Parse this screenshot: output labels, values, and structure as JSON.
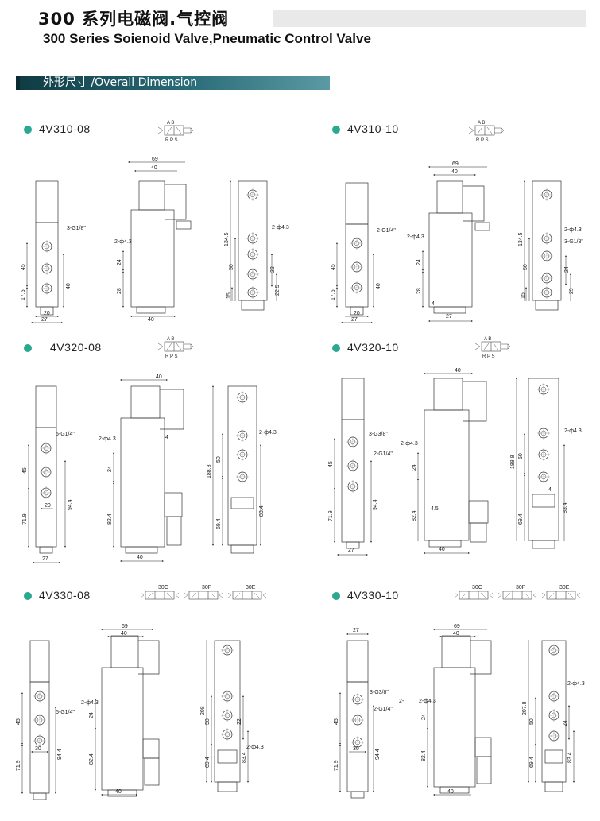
{
  "header": {
    "title_cn": "300 系列电磁阀.气控阀",
    "title_en": "300 Series Soienoid Valve,Pneumatic Control Valve"
  },
  "section": {
    "title": "外形尺寸 /Overall Dimension"
  },
  "models": [
    {
      "name": "4V310-08",
      "dims": {
        "front_w": "20",
        "front_base": "27",
        "port": "3-G1/8\"",
        "h1": "45",
        "h2": "17.5",
        "h3": "40",
        "side_top": "69",
        "side_mid": "40",
        "mount": "2-ф4.3",
        "side_a": "24",
        "side_b": "28",
        "side_base": "40",
        "rear_total": "134.5",
        "rear_a": "50",
        "rear_b": "22",
        "rear_c": "22.5",
        "rear_d": "15"
      }
    },
    {
      "name": "4V310-10",
      "dims": {
        "port": "2-G1/4\"",
        "h1": "45",
        "h2": "17.5",
        "h3": "40",
        "front_w": "20",
        "front_base": "27",
        "side_top": "69",
        "side_mid": "40",
        "mount": "2-ф4.3",
        "side_a": "24",
        "side_b": "28",
        "side_c": "4",
        "side_base": "27",
        "rear_total": "134.5",
        "rear_port": "3-G1/8\"",
        "rear_a": "50",
        "rear_b": "24",
        "rear_c": "29",
        "rear_d": "15"
      }
    },
    {
      "name": "4V320-08",
      "dims": {
        "port": "5-G1/4\"",
        "h1": "45",
        "h2": "71.9",
        "w1": "20",
        "h3": "94.4",
        "front_base": "27",
        "side_top": "40",
        "mount": "2-ф4.3",
        "side_a": "24",
        "side_b": "82.4",
        "side_c": "4",
        "side_base": "40",
        "rear_total": "188.8",
        "rear_a": "50",
        "rear_b": "69.4",
        "rear_c": "83.4"
      }
    },
    {
      "name": "4V320-10",
      "dims": {
        "port1": "3-G3/8\"",
        "port2": "2-G1/4\"",
        "h1": "45",
        "h2": "71.9",
        "h3": "94.4",
        "front_base": "27",
        "side_top": "40",
        "mount": "2-ф4.3",
        "side_a": "24",
        "side_b": "82.4",
        "side_c": "4.5",
        "side_base": "40",
        "rear_total": "188.8",
        "rear_a": "50",
        "rear_b": "69.4",
        "rear_c": "83.4",
        "rear_d": "4"
      }
    },
    {
      "name": "4V330-08",
      "dims": {
        "port": "5-G1/4\"",
        "h1": "45",
        "h2": "71.9",
        "w1": "30",
        "h3": "94.4",
        "side_top": "69",
        "side_mid": "40",
        "mount": "2-ф4.3",
        "side_a": "24",
        "side_b": "82.4",
        "side_base": "40",
        "rear_total": "208",
        "rear_a": "50",
        "rear_b": "22",
        "rear_c": "69.4",
        "rear_d": "83.4",
        "rear_mount": "2-ф4.3"
      }
    },
    {
      "name": "4V330-10",
      "dims": {
        "front_top": "27",
        "port1": "3-G3/8\"",
        "port2": "2-G1/4\"",
        "h1": "45",
        "h2": "71.9",
        "w1": "30",
        "h3": "94.4",
        "side_top": "69",
        "side_mid": "40",
        "mount": "2-ф4.3",
        "mount_prefix": "2-",
        "side_a": "24",
        "side_b": "82.4",
        "side_base": "40",
        "rear_total": "207.8",
        "rear_mount": "2-ф4.3",
        "rear_a": "50",
        "rear_b": "24",
        "rear_c": "69.4",
        "rear_d": "83.4"
      }
    }
  ],
  "symbols": {
    "ports_top": "A  B",
    "ports_bottom": "R P S",
    "three_pos": [
      "30C",
      "30P",
      "30E"
    ]
  }
}
